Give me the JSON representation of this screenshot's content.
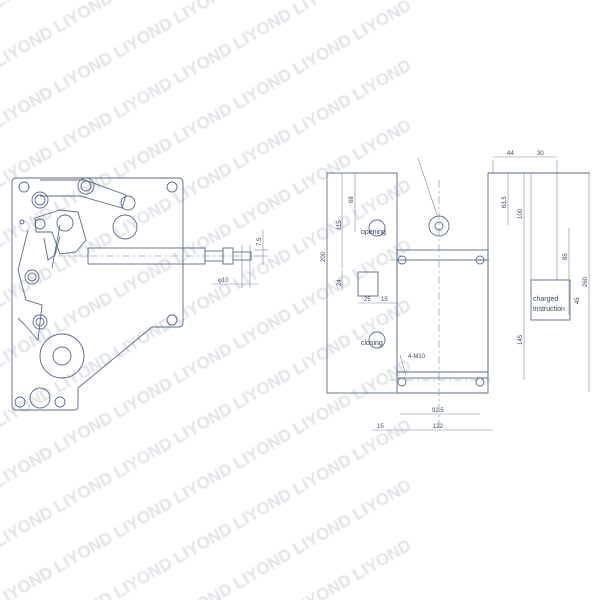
{
  "watermark": "LIYOND",
  "left_view": {
    "dim_rod_offset": "7.5",
    "dim_rod_diameter": "φ10"
  },
  "right_view": {
    "dims": {
      "d200": "200",
      "d115": "115",
      "d68": "68",
      "d24": "24",
      "d25": "25",
      "d15a": "15",
      "d44": "44",
      "d30": "30",
      "d63_5": "63.5",
      "d100": "100",
      "d85": "85",
      "d45": "45",
      "d260": "260",
      "d145": "145",
      "d92_5": "92.5",
      "d15b": "15",
      "d122": "122"
    },
    "labels": {
      "opening": "opening",
      "closing": "closing",
      "bolts": "4-M10",
      "charged_line1": "charged",
      "charged_line2": "instruction"
    }
  }
}
